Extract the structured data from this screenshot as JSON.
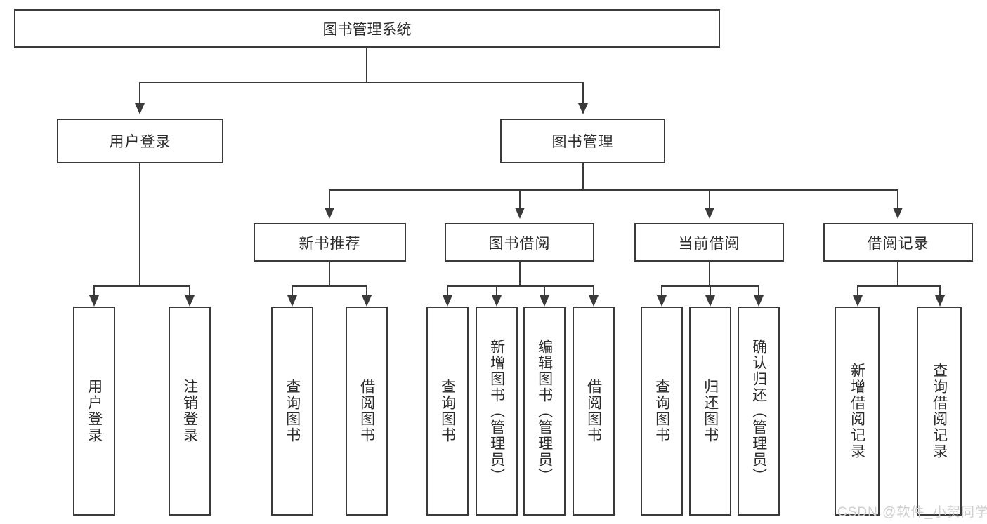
{
  "diagram": {
    "type": "tree",
    "title": "图书管理系统",
    "root": {
      "label": "图书管理系统"
    },
    "tier2": [
      {
        "label": "用户登录"
      },
      {
        "label": "图书管理"
      }
    ],
    "tier3": [
      {
        "label": "新书推荐"
      },
      {
        "label": "图书借阅"
      },
      {
        "label": "当前借阅"
      },
      {
        "label": "借阅记录"
      }
    ],
    "leaves": {
      "user_login": [
        {
          "label": "用户登录"
        },
        {
          "label": "注销登录"
        }
      ],
      "new_book_recommend": [
        {
          "label": "查询图书"
        },
        {
          "label": "借阅图书"
        }
      ],
      "book_borrow": [
        {
          "label": "查询图书"
        },
        {
          "label": "新增图书（管理员）"
        },
        {
          "label": "编辑图书（管理员）"
        },
        {
          "label": "借阅图书"
        }
      ],
      "current_borrow": [
        {
          "label": "查询图书"
        },
        {
          "label": "归还图书"
        },
        {
          "label": "确认归还（管理员）"
        }
      ],
      "borrow_record": [
        {
          "label": "新增借阅记录"
        },
        {
          "label": "查询借阅记录"
        }
      ]
    }
  },
  "watermark": {
    "text": "CSDN @软件_小贺同学"
  },
  "colors": {
    "border": "#3a3a3a",
    "text": "#2b2b2b",
    "background": "#ffffff",
    "watermark": "#cfcfcf"
  }
}
